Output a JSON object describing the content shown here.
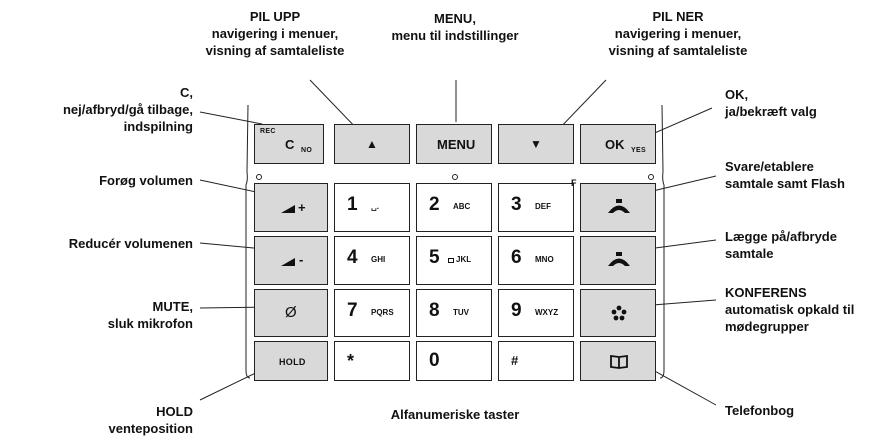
{
  "callouts": {
    "pil_upp": [
      "PIL UPP",
      "navigering i menuer,",
      "visning af samtaleliste"
    ],
    "menu": [
      "MENU,",
      "menu til indstillinger"
    ],
    "pil_ner": [
      "PIL NER",
      "navigering i menuer,",
      "visning af samtaleliste"
    ],
    "c_key": [
      "C,",
      "nej/afbryd/gå tilbage,",
      "indspilning"
    ],
    "ok_key": [
      "OK,",
      "ja/bekræft valg"
    ],
    "volume_up": [
      "Forøg volumen"
    ],
    "volume_down": [
      "Reducér volumenen"
    ],
    "mute": [
      "MUTE,",
      "sluk mikrofon"
    ],
    "hold": [
      "HOLD",
      "venteposition"
    ],
    "answer": [
      "Svare/etablere",
      "samtale samt Flash"
    ],
    "hangup": [
      "Lægge på/afbryde",
      "samtale"
    ],
    "conference": [
      "KONFERENS",
      "automatisk opkald til",
      "mødegrupper"
    ],
    "phonebook": [
      "Telefonbog"
    ],
    "alphanumeric": [
      "Alfanumeriske taster"
    ]
  },
  "keys": {
    "c_main": "C",
    "c_rec": "REC",
    "c_no": "NO",
    "menu": "MENU",
    "ok_main": "OK",
    "ok_yes": "YES",
    "hold": "HOLD",
    "flash": "F",
    "mute_symbol": "Ø",
    "vol_up_sign": "+",
    "vol_down_sign": "-",
    "up_arrow": "▲",
    "down_arrow": "▼"
  },
  "keypad": [
    {
      "digit": "1",
      "letters": "␣."
    },
    {
      "digit": "2",
      "letters": "ABC"
    },
    {
      "digit": "3",
      "letters": "DEF"
    },
    {
      "digit": "4",
      "letters": "GHI"
    },
    {
      "digit": "5",
      "letters": "JKL"
    },
    {
      "digit": "6",
      "letters": "MNO"
    },
    {
      "digit": "7",
      "letters": "PQRS"
    },
    {
      "digit": "8",
      "letters": "TUV"
    },
    {
      "digit": "9",
      "letters": "WXYZ"
    },
    {
      "digit": "*",
      "letters": ""
    },
    {
      "digit": "0",
      "letters": ""
    },
    {
      "digit": "#",
      "letters": ""
    }
  ],
  "icons": [
    "volume-up-icon",
    "volume-down-icon",
    "mute-icon",
    "handset-answer-icon",
    "handset-hangup-icon",
    "conference-icon",
    "phonebook-icon"
  ]
}
